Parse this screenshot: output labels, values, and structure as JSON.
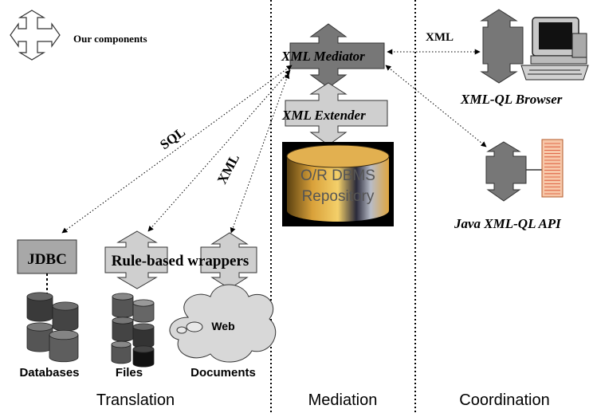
{
  "legend": {
    "label": "Our components"
  },
  "columns": [
    {
      "label": "Translation"
    },
    {
      "label": "Mediation"
    },
    {
      "label": "Coordination"
    }
  ],
  "mediation": {
    "mediator_label": "XML Mediator",
    "extender_label": "XML Extender",
    "repository_line1": "O/R DBMS",
    "repository_line2": "Repository"
  },
  "coordination": {
    "browser_label": "XML-QL Browser",
    "api_label": "Java XML-QL API",
    "link_label": "XML"
  },
  "translation": {
    "sql_label": "SQL",
    "xml_label": "XML",
    "jdbc_label": "JDBC",
    "rule_wrappers_label": "Rule-based wrappers",
    "web_label": "Web",
    "databases_label": "Databases",
    "files_label": "Files",
    "documents_label": "Documents"
  },
  "colors": {
    "dark_component": "#777777",
    "light_component": "#cfcfcf",
    "mid_component": "#a8a8a8",
    "api_panel": "#f7c7a8",
    "api_lines": "#d84a2a",
    "cloud": "#d8d8d8",
    "gold": "#d9a13a"
  },
  "icons": {
    "legend": "double-arrow-icon",
    "browser": "computer-icon",
    "api": "code-panel-icon",
    "databases": "database-cylinders-icon",
    "files": "file-cylinders-icon",
    "web": "cloud-icon"
  }
}
